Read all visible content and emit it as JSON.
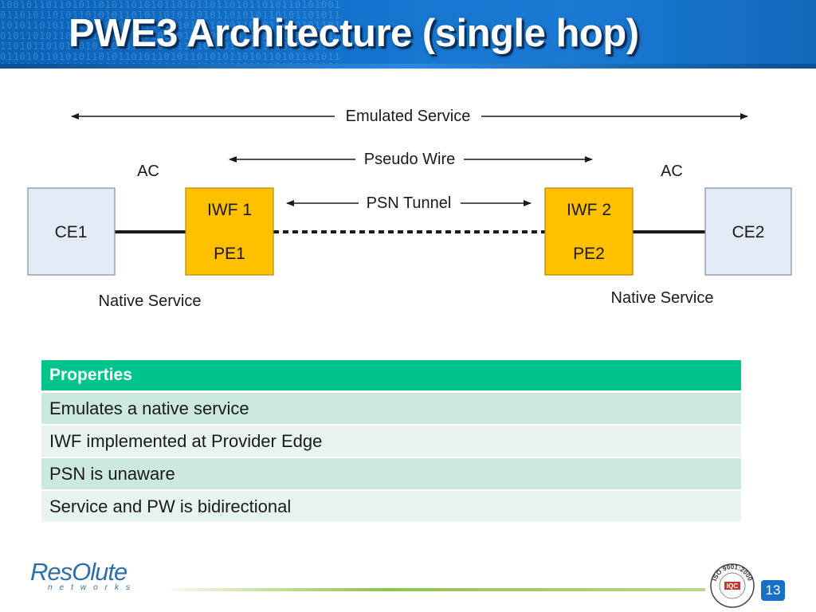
{
  "slide": {
    "title": "PWE3 Architecture (single hop)",
    "page_number": "13"
  },
  "diagram": {
    "emulated_service": "Emulated Service",
    "pseudo_wire": "Pseudo Wire",
    "psn_tunnel": "PSN Tunnel",
    "ac_left": "AC",
    "ac_right": "AC",
    "ce1": "CE1",
    "ce2": "CE2",
    "pe1_iwf": "IWF 1",
    "pe1": "PE1",
    "pe2_iwf": "IWF 2",
    "pe2": "PE2",
    "native_left": "Native Service",
    "native_right": "Native Service"
  },
  "table": {
    "header": "Properties",
    "rows": [
      "Emulates a native service",
      "IWF implemented at Provider Edge",
      "PSN is unaware",
      "Service and PW is bidirectional"
    ]
  },
  "footer": {
    "logo_main": "ResOlute",
    "logo_sub": "networks",
    "seal_top": "ISO 9001:2000",
    "seal_center": "IQC"
  },
  "colors": {
    "banner": "#1474cf",
    "ce_box": "#e3ebf7",
    "pe_box": "#ffc000",
    "table_header": "#00c48c",
    "table_row_odd": "#cce9dd",
    "table_row_even": "#e8f4ee"
  }
}
